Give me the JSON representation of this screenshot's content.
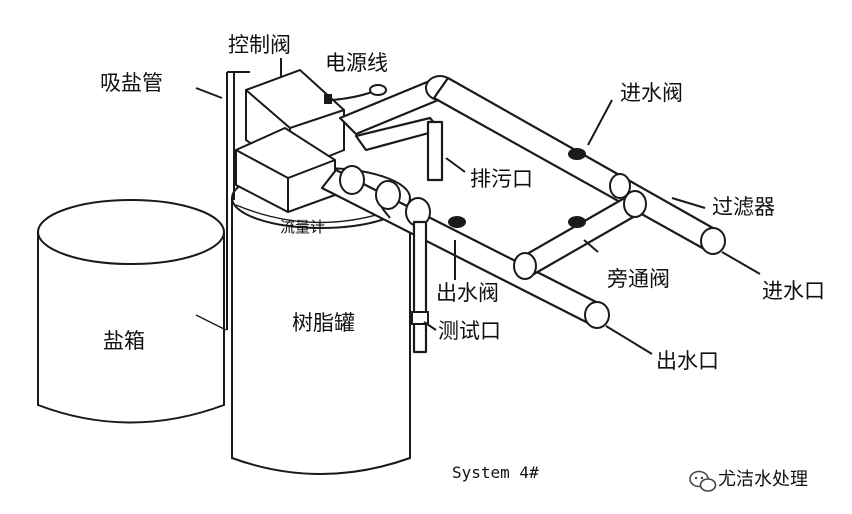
{
  "labels": {
    "brine_tube": "吸盐管",
    "control_valve": "控制阀",
    "power_cord": "电源线",
    "inlet_valve": "进水阀",
    "drain_port": "排污口",
    "filter": "过滤器",
    "flow_meter": "流量计",
    "outlet_valve": "出水阀",
    "bypass_valve": "旁通阀",
    "water_inlet": "进水口",
    "test_port": "测试口",
    "water_outlet": "出水口",
    "brine_tank": "盐箱",
    "resin_tank": "树脂罐"
  },
  "caption": "System 4#",
  "watermark": "尤洁水处理",
  "colors": {
    "line": "#1a1a1a",
    "background": "#ffffff"
  }
}
